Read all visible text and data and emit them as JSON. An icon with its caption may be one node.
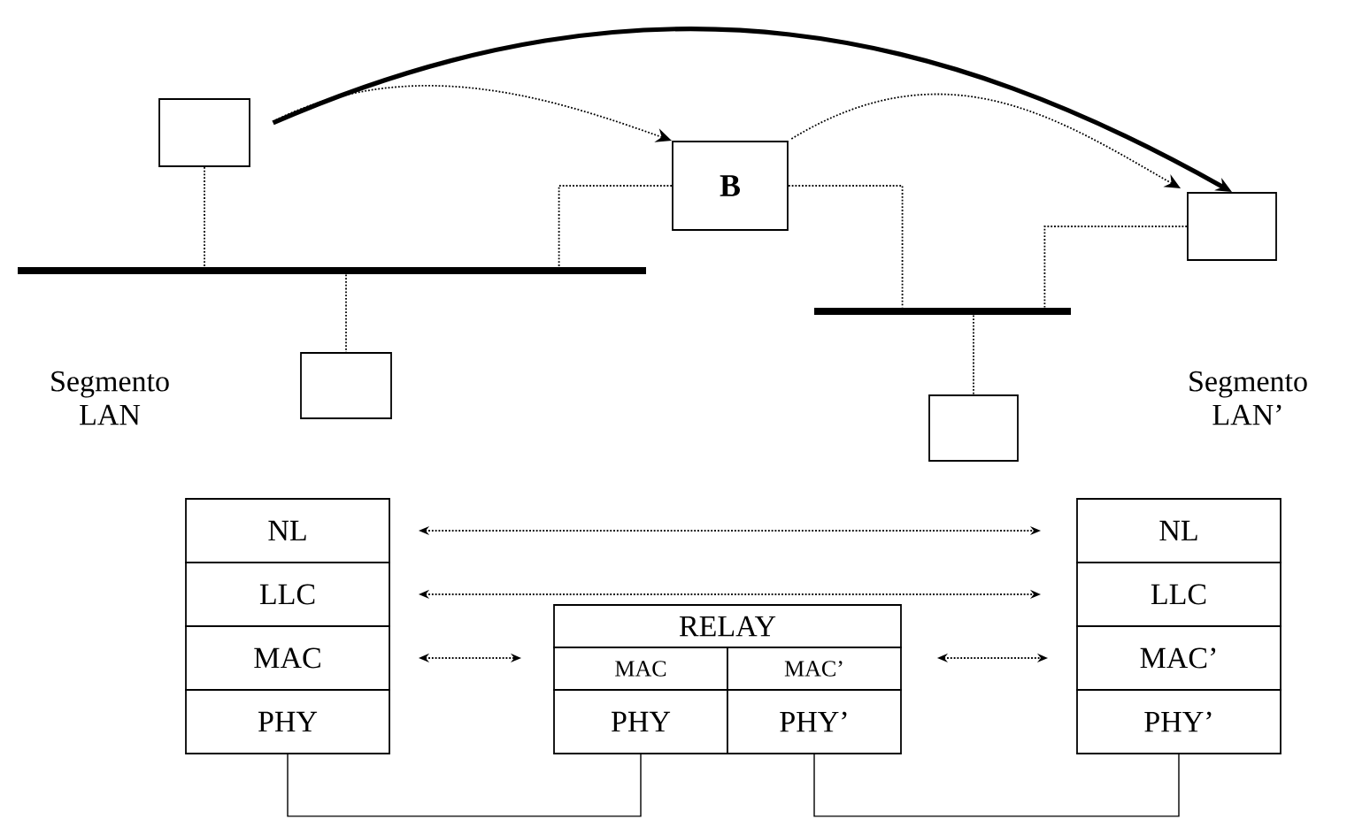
{
  "diagram": {
    "nodes": [
      {
        "text": [],
        "shape": "box"
      },
      {
        "text": [
          "B"
        ]
      },
      {
        "text": [],
        "shape": "box"
      },
      {
        "text": [],
        "shape": "bar"
      },
      {
        "text": [],
        "shape": "bar"
      },
      {
        "text": [],
        "shape": "box"
      },
      {
        "text": [],
        "shape": "box"
      },
      {
        "text": [
          "NL"
        ]
      },
      {
        "text": [
          "LLC"
        ]
      },
      {
        "text": [
          "MAC"
        ]
      },
      {
        "text": [
          "PHY"
        ]
      },
      {
        "text": [
          "RELAY"
        ]
      },
      {
        "text": [
          "MAC"
        ]
      },
      {
        "text": [
          "MAC’"
        ]
      },
      {
        "text": [
          "PHY"
        ]
      },
      {
        "text": [
          "PHY’"
        ]
      },
      {
        "text": [
          "NL"
        ]
      },
      {
        "text": [
          "LLC"
        ]
      },
      {
        "text": [
          "MAC’"
        ]
      },
      {
        "text": [
          "PHY’"
        ]
      }
    ],
    "edges": [
      {
        "from": 0,
        "to": 3,
        "arrow": "none",
        "style": "dashed"
      },
      {
        "from": 1,
        "to": 3,
        "arrow": "none",
        "style": "dashed"
      },
      {
        "from": 1,
        "to": 4,
        "arrow": "none",
        "style": "dashed"
      },
      {
        "from": 2,
        "to": 4,
        "arrow": "none",
        "style": "dashed"
      },
      {
        "from": 3,
        "to": 5,
        "arrow": "none",
        "style": "dashed"
      },
      {
        "from": 4,
        "to": 6,
        "arrow": "none",
        "style": "dashed"
      },
      {
        "from": 0,
        "to": 2,
        "arrow": "to",
        "style": "thick"
      },
      {
        "from": 0,
        "to": 1,
        "arrow": "to",
        "style": "dashed"
      },
      {
        "from": 1,
        "to": 2,
        "arrow": "to",
        "style": "dashed"
      },
      {
        "from": 7,
        "to": 16,
        "arrow": "both",
        "style": "dashed"
      },
      {
        "from": 8,
        "to": 17,
        "arrow": "both",
        "style": "dashed"
      },
      {
        "from": 9,
        "to": 12,
        "arrow": "both",
        "style": "dashed"
      },
      {
        "from": 13,
        "to": 18,
        "arrow": "both",
        "style": "dashed"
      },
      {
        "from": 10,
        "to": 14,
        "arrow": "none"
      },
      {
        "from": 15,
        "to": 19,
        "arrow": "none"
      }
    ],
    "labels": [
      "Segmento LAN",
      "Segmento LAN’"
    ]
  }
}
